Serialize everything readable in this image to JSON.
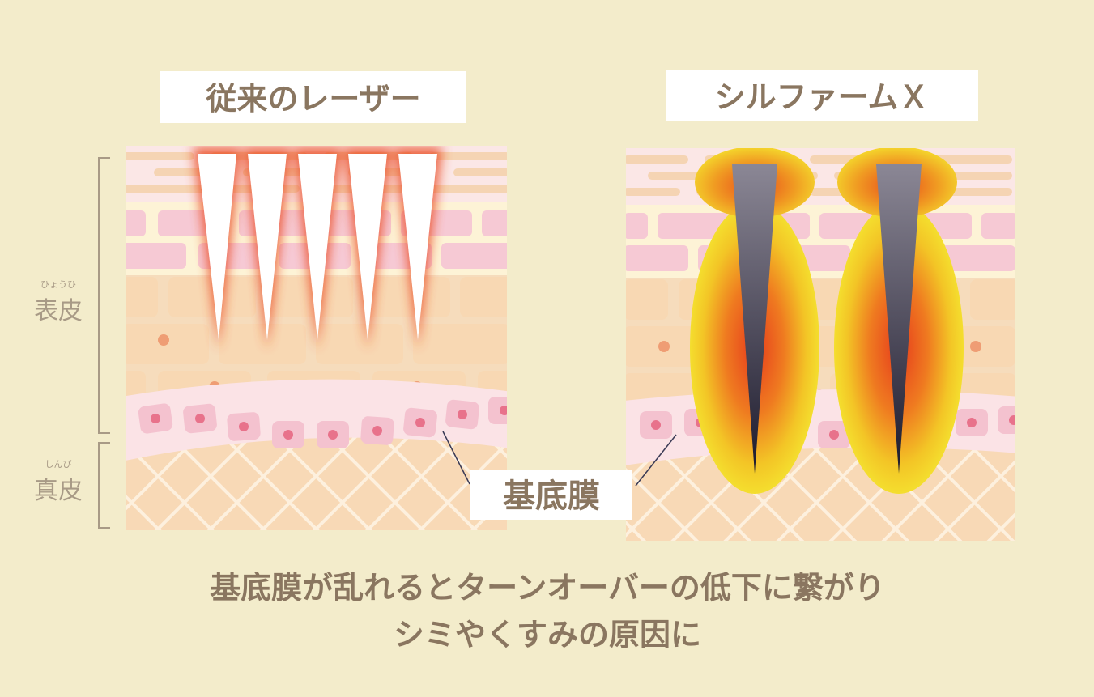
{
  "panels": {
    "left_title": "従来のレーザー",
    "right_title": "シルファームＸ"
  },
  "layers": {
    "epidermis": "表皮",
    "epidermis_ruby": "ひょうひ",
    "dermis": "真皮",
    "dermis_ruby": "しんぴ",
    "basement_membrane": "基底膜"
  },
  "caption": {
    "line1": "基底膜が乱れるとターンオーバーの低下に繋がり",
    "line2": "シミやくすみの原因に"
  },
  "colors": {
    "background": "#f3eccb",
    "text_brown": "#8a7660",
    "skin_peach": "#f8d8b3",
    "cell_pink": "#f6c9d4",
    "laser_red": "#e8431f",
    "heat_yellow": "#f2d027",
    "needle_dark": "#232033"
  }
}
